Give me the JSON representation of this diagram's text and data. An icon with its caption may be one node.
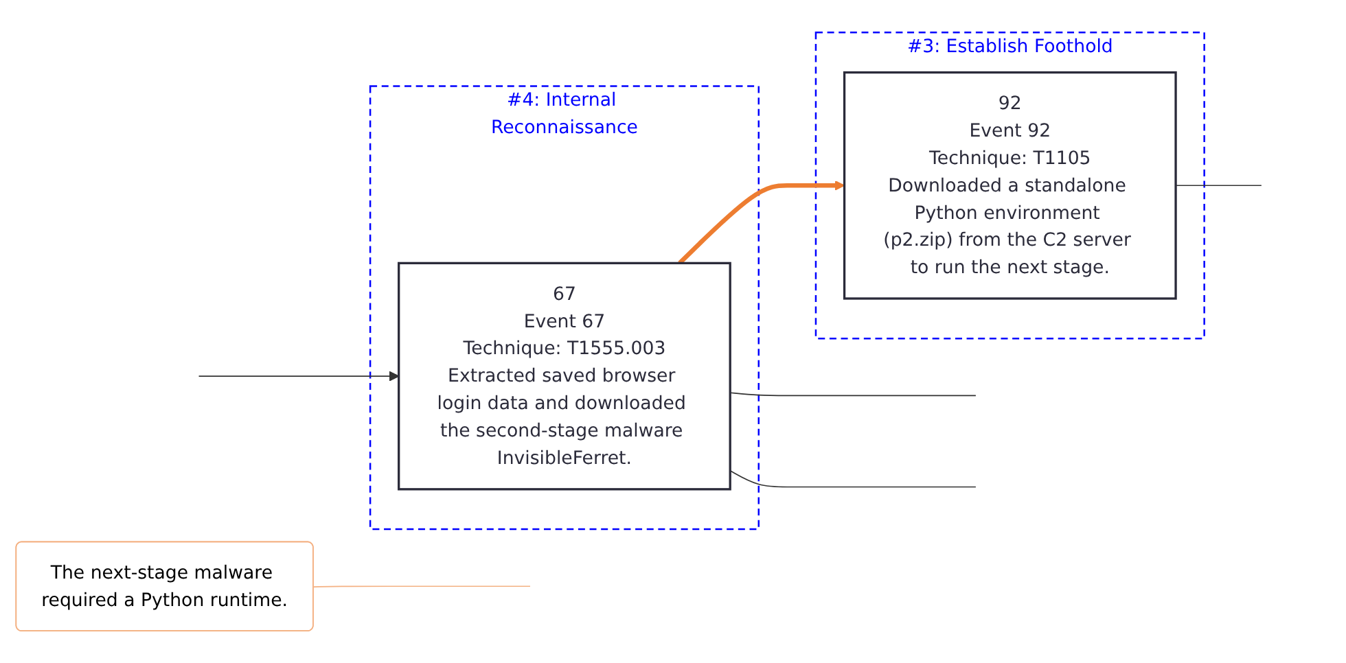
{
  "diagram": {
    "nodes": [
      {
        "text": [
          "#4: Internal Reconnaissance"
        ]
      },
      {
        "text": [
          "67",
          "Event 67",
          "Technique: T1555.003",
          "Extracted saved browser login data and downloaded the second-stage malware InvisibleFerret."
        ],
        "in": 0
      },
      {
        "text": [
          "The next-stage malware required a Python runtime."
        ]
      },
      {
        "text": [
          "#3: Establish Foothold"
        ]
      },
      {
        "text": [
          "92",
          "Event 92",
          "Technique: T1105",
          "Downloaded a standalone Python environment (p2.zip) from the C2 server to run the next stage."
        ],
        "in": 3
      }
    ],
    "edges": [
      {
        "from": 1,
        "to": 4,
        "arrow": "to",
        "style": "thick",
        "color": "#ed7d31"
      },
      {
        "from": null,
        "to": 1,
        "arrow": "to"
      },
      {
        "from": 2,
        "to": null,
        "arrow": "none",
        "color": "#f4b183"
      },
      {
        "from": 1,
        "to": null,
        "arrow": "none"
      },
      {
        "from": 1,
        "to": null,
        "arrow": "none"
      },
      {
        "from": 4,
        "to": null,
        "arrow": "none"
      }
    ]
  }
}
